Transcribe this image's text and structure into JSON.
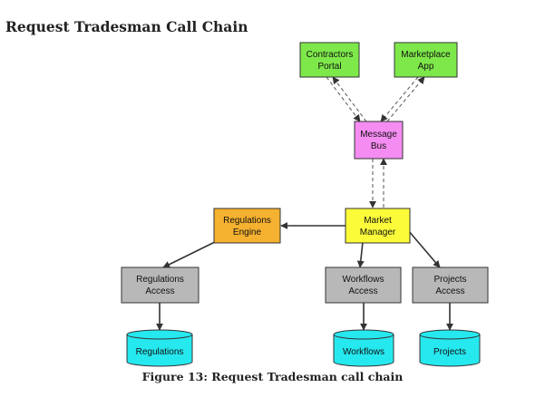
{
  "page": {
    "heading": "Request Tradesman Call Chain",
    "caption": "Figure 13: Request Tradesman call chain"
  },
  "colors": {
    "client": "#7ee84a",
    "bus": "#f58cf2",
    "engine": "#f5b130",
    "manager": "#fbfb3a",
    "access": "#b8b8b8",
    "resource": "#26e8ef",
    "line": "#333333"
  },
  "nodes": {
    "contractors_portal": {
      "line1": "Contractors",
      "line2": "Portal"
    },
    "marketplace_app": {
      "line1": "Marketplace",
      "line2": "App"
    },
    "message_bus": {
      "line1": "Message",
      "line2": "Bus"
    },
    "regulations_engine": {
      "line1": "Regulations",
      "line2": "Engine"
    },
    "market_manager": {
      "line1": "Market",
      "line2": "Manager"
    },
    "regulations_access": {
      "line1": "Regulations",
      "line2": "Access"
    },
    "workflows_access": {
      "line1": "Workflows",
      "line2": "Access"
    },
    "projects_access": {
      "line1": "Projects",
      "line2": "Access"
    },
    "regulations": {
      "label": "Regulations"
    },
    "workflows": {
      "label": "Workflows"
    },
    "projects": {
      "label": "Projects"
    }
  }
}
